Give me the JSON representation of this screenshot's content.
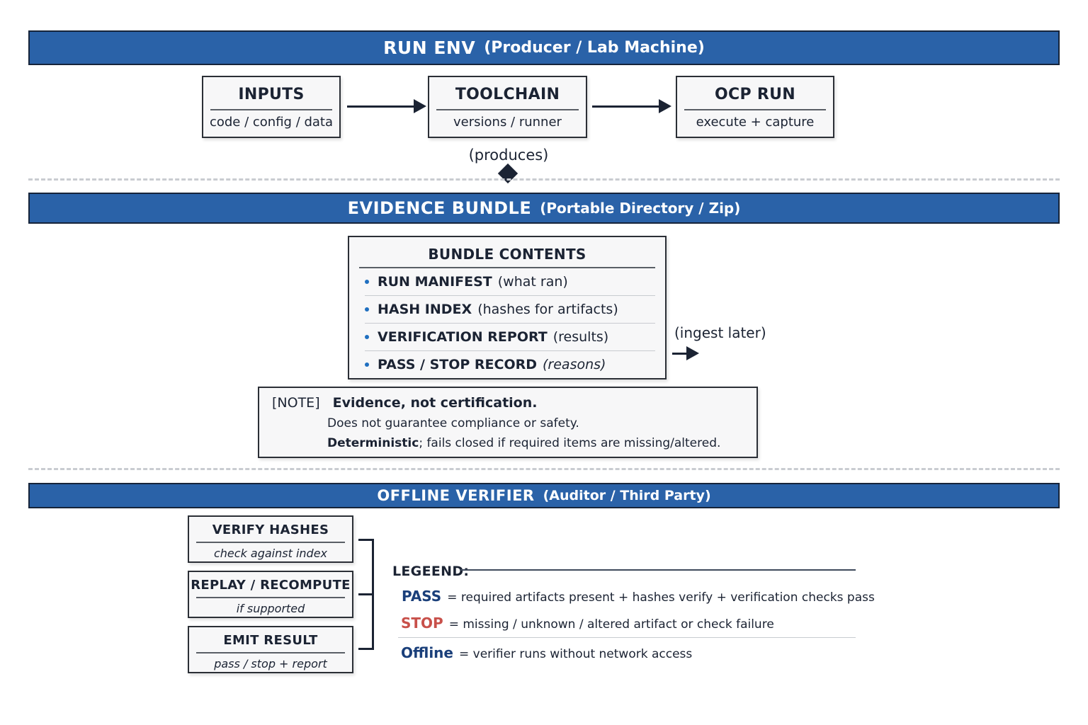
{
  "colors": {
    "banner": "#2a62a8",
    "bullet": "#1f6fc0",
    "pass": "#1a3f7a",
    "stop": "#c8504a",
    "offline": "#1a3f7a"
  },
  "run_env": {
    "title": "RUN ENV",
    "subtitle": "(Producer / Lab Machine)",
    "boxes": [
      {
        "title": "INPUTS",
        "sub": "code / config / data"
      },
      {
        "title": "TOOLCHAIN",
        "sub": "versions / runner"
      },
      {
        "title": "OCP RUN",
        "sub": "execute + capture"
      }
    ],
    "produces_label": "(produces)"
  },
  "evidence_bundle": {
    "title": "EVIDENCE BUNDLE",
    "subtitle": "(Portable Directory / Zip)",
    "contents_title": "BUNDLE CONTENTS",
    "items": [
      {
        "name": "RUN MANIFEST",
        "desc": "(what ran)"
      },
      {
        "name": "HASH INDEX",
        "desc": "(hashes for artifacts)"
      },
      {
        "name": "VERIFICATION REPORT",
        "desc": "(results)"
      },
      {
        "name": "PASS / STOP RECORD",
        "desc": "(reasons)"
      }
    ],
    "ingest_label": "(ingest later)",
    "note": {
      "tag": "[NOTE]",
      "headline": "Evidence, not certification.",
      "line2": "Does not guarantee compliance or safety.",
      "line3_bold": "Deterministic",
      "line3_rest": "; fails closed if required items are missing/altered."
    }
  },
  "offline_verifier": {
    "title": "OFFLINE VERIFIER",
    "subtitle": "(Auditor / Third Party)",
    "steps": [
      {
        "title": "VERIFY HASHES",
        "sub": "check against index"
      },
      {
        "title": "REPLAY / RECOMPUTE",
        "sub": "if supported"
      },
      {
        "title": "EMIT RESULT",
        "sub": "pass / stop + report"
      }
    ]
  },
  "legend": {
    "title": "LEGEEND:",
    "entries": [
      {
        "key": "PASS",
        "text": "= required artifacts present + hashes verify + verification checks pass"
      },
      {
        "key": "STOP",
        "text": "= missing / unknown / altered artifact or check failure"
      },
      {
        "key": "Offline",
        "text": "= verifier runs without network access"
      }
    ]
  }
}
